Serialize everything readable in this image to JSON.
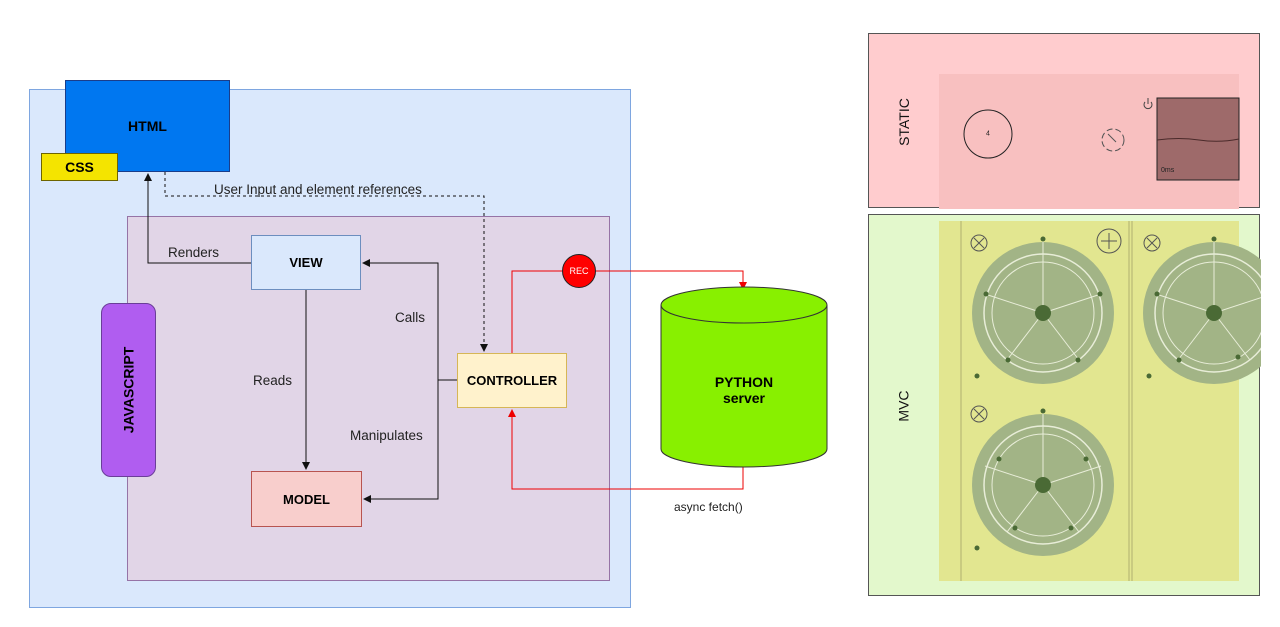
{
  "diagram": {
    "html": "HTML",
    "css": "CSS",
    "javascript": "JAVASCRIPT",
    "view": "VIEW",
    "model": "MODEL",
    "controller": "CONTROLLER",
    "python_line1": "PYTHON",
    "python_line2": "server",
    "rec": "REC",
    "edges": {
      "user_input": "User Input and element references",
      "renders": "Renders",
      "calls": "Calls",
      "reads": "Reads",
      "manipulates": "Manipulates",
      "async_fetch": "async fetch()"
    }
  },
  "screenshots": {
    "static_label": "STATIC",
    "mvc_label": "MVC",
    "knob_value": "4",
    "graph_axis_label": "0ms"
  },
  "colors": {
    "html": "#0077f0",
    "css": "#f4e400",
    "javascript": "#b05df0",
    "python": "#88f000",
    "rec": "#ff0000",
    "static_bg": "#ffccce",
    "mvc_bg": "#e3f8cc"
  }
}
